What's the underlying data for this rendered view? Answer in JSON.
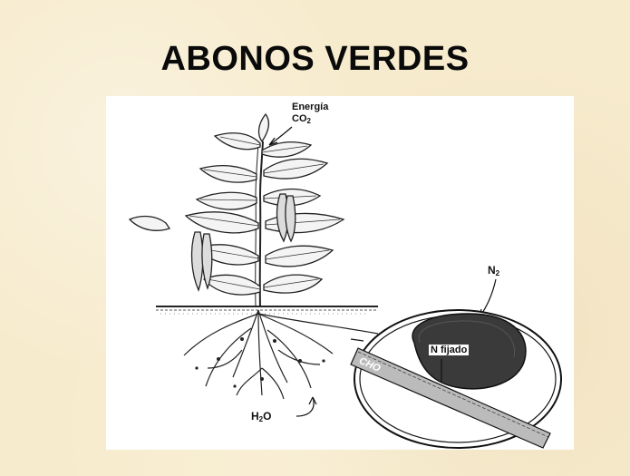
{
  "title": "ABONOS VERDES",
  "diagram": {
    "energy_label": "Energía",
    "co2_main": "CO",
    "co2_sub": "2",
    "n2_main": "N",
    "n2_sub": "2",
    "n_fixed_label": "N fijado",
    "cho_label": "CHO",
    "h2o_main": "H",
    "h2o_sub": "2",
    "h2o_tail": "O"
  }
}
